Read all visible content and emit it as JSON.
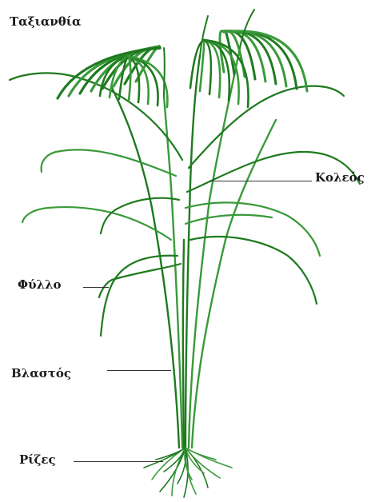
{
  "diagram": {
    "labels": {
      "panicle": "Ταξιανθία",
      "sheath": "Κολεός",
      "leaf": "Φύλλο",
      "stem": "Βλαστός",
      "roots": "Ρίζες"
    },
    "colors": {
      "plant": "#1f7a1f",
      "plant_light": "#3a9a3a",
      "background": "#ffffff",
      "text": "#1a1a1a"
    }
  }
}
